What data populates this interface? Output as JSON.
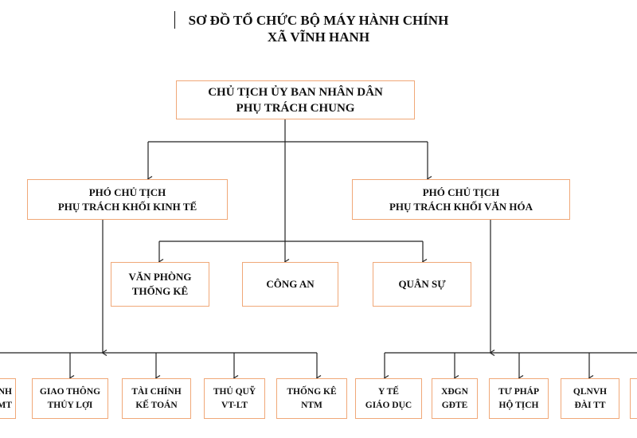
{
  "title": {
    "line1": "SƠ ĐỒ TỔ CHỨC BỘ MÁY HÀNH CHÍNH",
    "line2": "XÃ VĨNH HANH"
  },
  "chairman": {
    "line1": "CHỦ TỊCH ỦY BAN NHÂN DÂN",
    "line2": "PHỤ TRÁCH CHUNG"
  },
  "vice_economic": {
    "line1": "PHÓ CHỦ TỊCH",
    "line2": "PHỤ TRÁCH KHỐI KINH TẾ"
  },
  "vice_culture": {
    "line1": "PHÓ CHỦ TỊCH",
    "line2": "PHỤ TRÁCH KHỐI VĂN HÓA"
  },
  "middle_units": [
    {
      "line1": "VĂN PHÒNG",
      "line2": "THỐNG KÊ"
    },
    {
      "line1": "CÔNG AN",
      "line2": ""
    },
    {
      "line1": "QUÂN SỰ",
      "line2": ""
    }
  ],
  "economic_units": [
    {
      "line1": "NH",
      "line2": "MT"
    },
    {
      "line1": "GIAO THÔNG",
      "line2": "THỦY LỢI"
    },
    {
      "line1": "TÀI CHÍNH",
      "line2": "KẾ TOÁN"
    },
    {
      "line1": "THỦ QUỸ",
      "line2": "VT-LT"
    },
    {
      "line1": "THỐNG KÊ",
      "line2": "NTM"
    }
  ],
  "culture_units": [
    {
      "line1": "Y TẾ",
      "line2": "GIÁO DỤC"
    },
    {
      "line1": "XĐGN",
      "line2": "GĐTE"
    },
    {
      "line1": "TƯ PHÁP",
      "line2": "HỘ TỊCH"
    },
    {
      "line1": "QLNVH",
      "line2": "ĐÀI TT"
    },
    {
      "line1": "",
      "line2": ""
    }
  ],
  "colors": {
    "box_border": "#f0a878",
    "line": "#222222",
    "text": "#111111"
  }
}
